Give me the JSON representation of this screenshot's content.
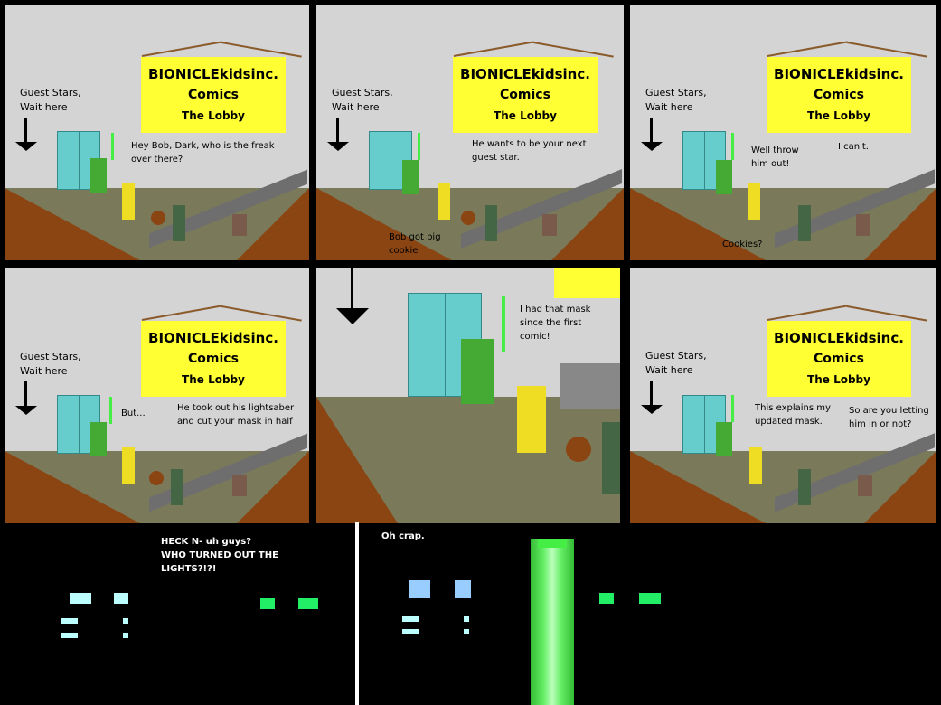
{
  "sign": {
    "line1": "BIONICLEkidsinc.",
    "line2": "Comics",
    "line3": "The Lobby"
  },
  "guest_sign": {
    "line1": "Guest Stars,",
    "line2": "Wait here"
  },
  "panel1": {
    "bubble": "Hey Bob, Dark, who is the freak over there?"
  },
  "panel2": {
    "bubble1": "He wants to be your next guest star.",
    "bubble2": "Bob got big cookie"
  },
  "panel3": {
    "bubble1": "Well throw him out!",
    "bubble2": "I can't.",
    "bubble3": "Cookies?"
  },
  "panel4": {
    "bubble1": "But...",
    "bubble2": "He took out his lightsaber and cut your mask in half"
  },
  "panel5": {
    "bubble": "I had that mask since the first comic!"
  },
  "panel6": {
    "bubble1": "This explains my updated mask.",
    "bubble2": "So are you letting him in or not?"
  },
  "panel7": {
    "bubble": "HECK N- uh guys? WHO TURNED OUT THE LIGHTS?!?!"
  },
  "panel8": {
    "bubble": "Oh crap."
  },
  "colors": {
    "wall": "#d4d4d4",
    "floor": "#7a7a5a",
    "wood": "#8b4513",
    "sign": "#ffff33",
    "door": "#66cccc",
    "saber": "#44ee44"
  }
}
